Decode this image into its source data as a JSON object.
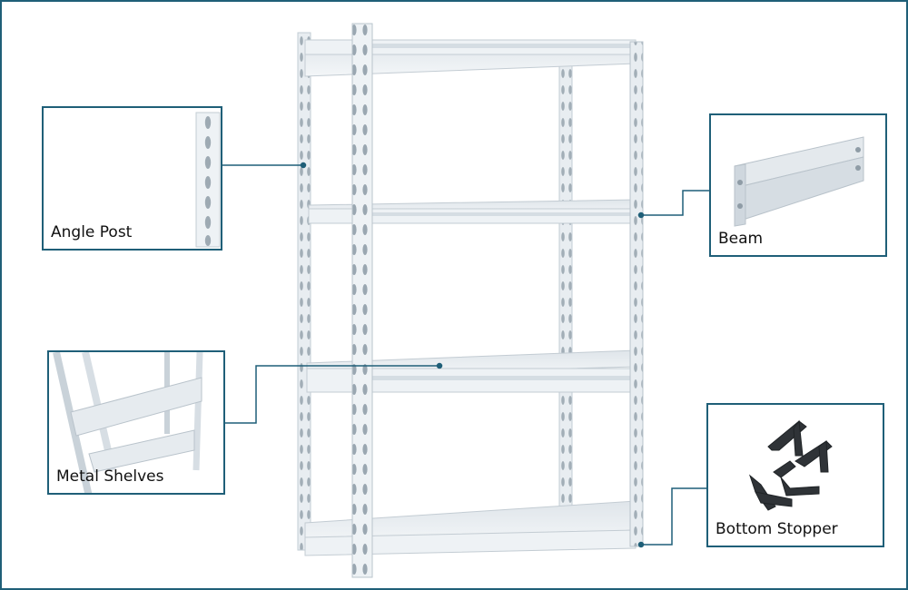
{
  "callouts": {
    "angle_post": {
      "label": "Angle Post"
    },
    "beam": {
      "label": "Beam"
    },
    "metal_shelves": {
      "label": "Metal Shelves"
    },
    "bottom_stopper": {
      "label": "Bottom Stopper"
    }
  },
  "colors": {
    "frame": "#1f5f78",
    "leader": "#1f5f78",
    "steel": "#e8edf1",
    "steel_shade": "#c9d2d9",
    "stopper": "#2f3337"
  },
  "image": {
    "subject": "white boltless metal shelving unit"
  }
}
